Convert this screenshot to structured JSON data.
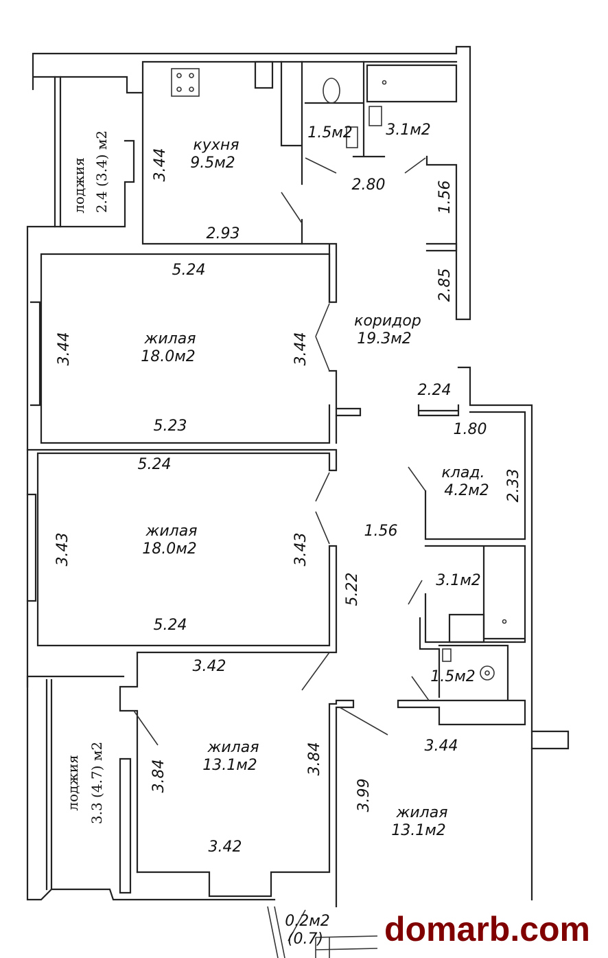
{
  "rooms": {
    "loggia1": {
      "name": "лоджия",
      "area": "2.4 (3.4) м2"
    },
    "kitchen": {
      "name": "кухня",
      "area": "9.5м2"
    },
    "wc1": {
      "area": "1.5м2"
    },
    "bath1": {
      "area": "3.1м2"
    },
    "corridor": {
      "name": "коридор",
      "area": "19.3м2"
    },
    "room1": {
      "name": "жилая",
      "area": "18.0м2"
    },
    "room2": {
      "name": "жилая",
      "area": "18.0м2"
    },
    "storage": {
      "name": "клад.",
      "area": "4.2м2"
    },
    "bath2": {
      "area": "3.1м2"
    },
    "wc2": {
      "area": "1.5м2"
    },
    "room3": {
      "name": "жилая",
      "area": "13.1м2"
    },
    "room4": {
      "name": "жилая",
      "area": "13.1м2"
    },
    "loggia2": {
      "name": "лоджия",
      "area": "3.3 (4.7) м2"
    },
    "balcony": {
      "area": "0.2м2",
      "area2": "(0.7)"
    }
  },
  "dims": [
    "3.44",
    "2.93",
    "2.80",
    "1.56",
    "2.85",
    "5.24",
    "3.44",
    "3.44",
    "5.23",
    "2.24",
    "1.80",
    "2.33",
    "5.24",
    "3.43",
    "3.43",
    "1.56",
    "5.22",
    "5.24",
    "3.42",
    "3.84",
    "3.84",
    "3.42",
    "3.44",
    "3.99"
  ],
  "watermark": "domarb.com"
}
